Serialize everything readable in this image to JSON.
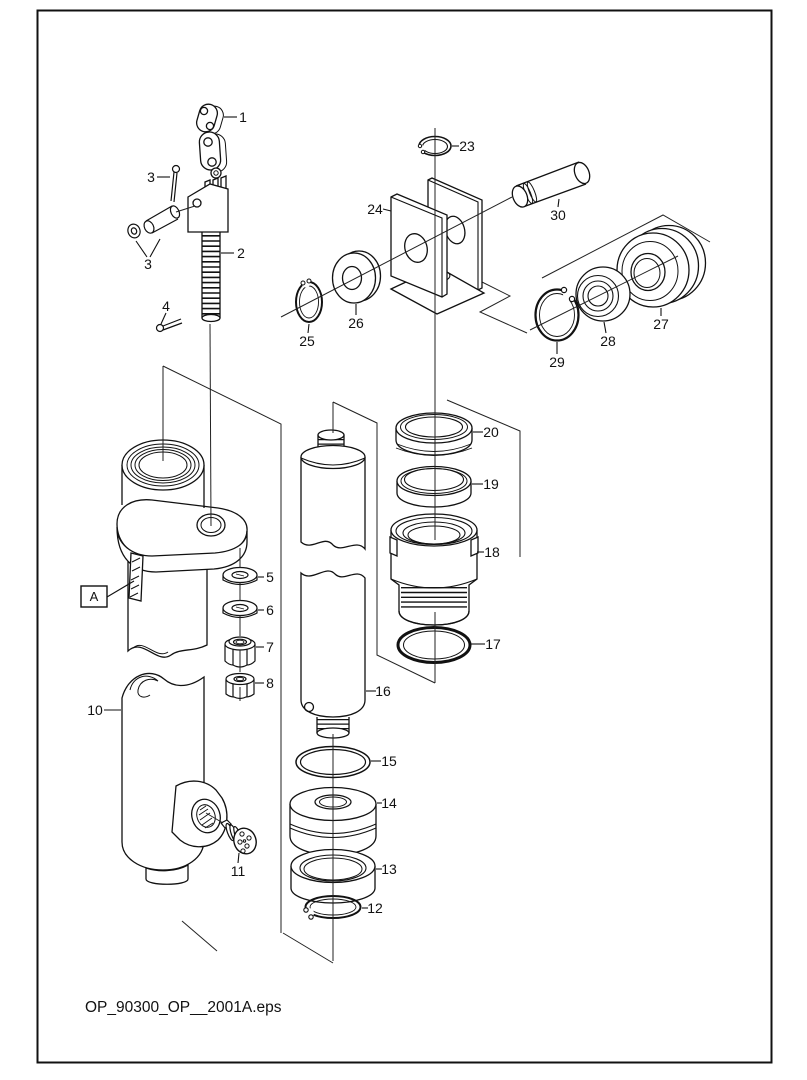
{
  "page": {
    "background": "#ffffff",
    "ink": "#111111",
    "filename_label": "OP_90300_OP__2001A.eps",
    "detail_label": "A"
  },
  "callouts": {
    "1": "1",
    "2": "2",
    "3_top": "3",
    "3_mid": "3",
    "4": "4",
    "5": "5",
    "6": "6",
    "7": "7",
    "8": "8",
    "10": "10",
    "11": "11",
    "12": "12",
    "13": "13",
    "14": "14",
    "15": "15",
    "16": "16",
    "17": "17",
    "18": "18",
    "19": "19",
    "20": "20",
    "23": "23",
    "24": "24",
    "25": "25",
    "26": "26",
    "27": "27",
    "28": "28",
    "29": "29",
    "30": "30"
  }
}
